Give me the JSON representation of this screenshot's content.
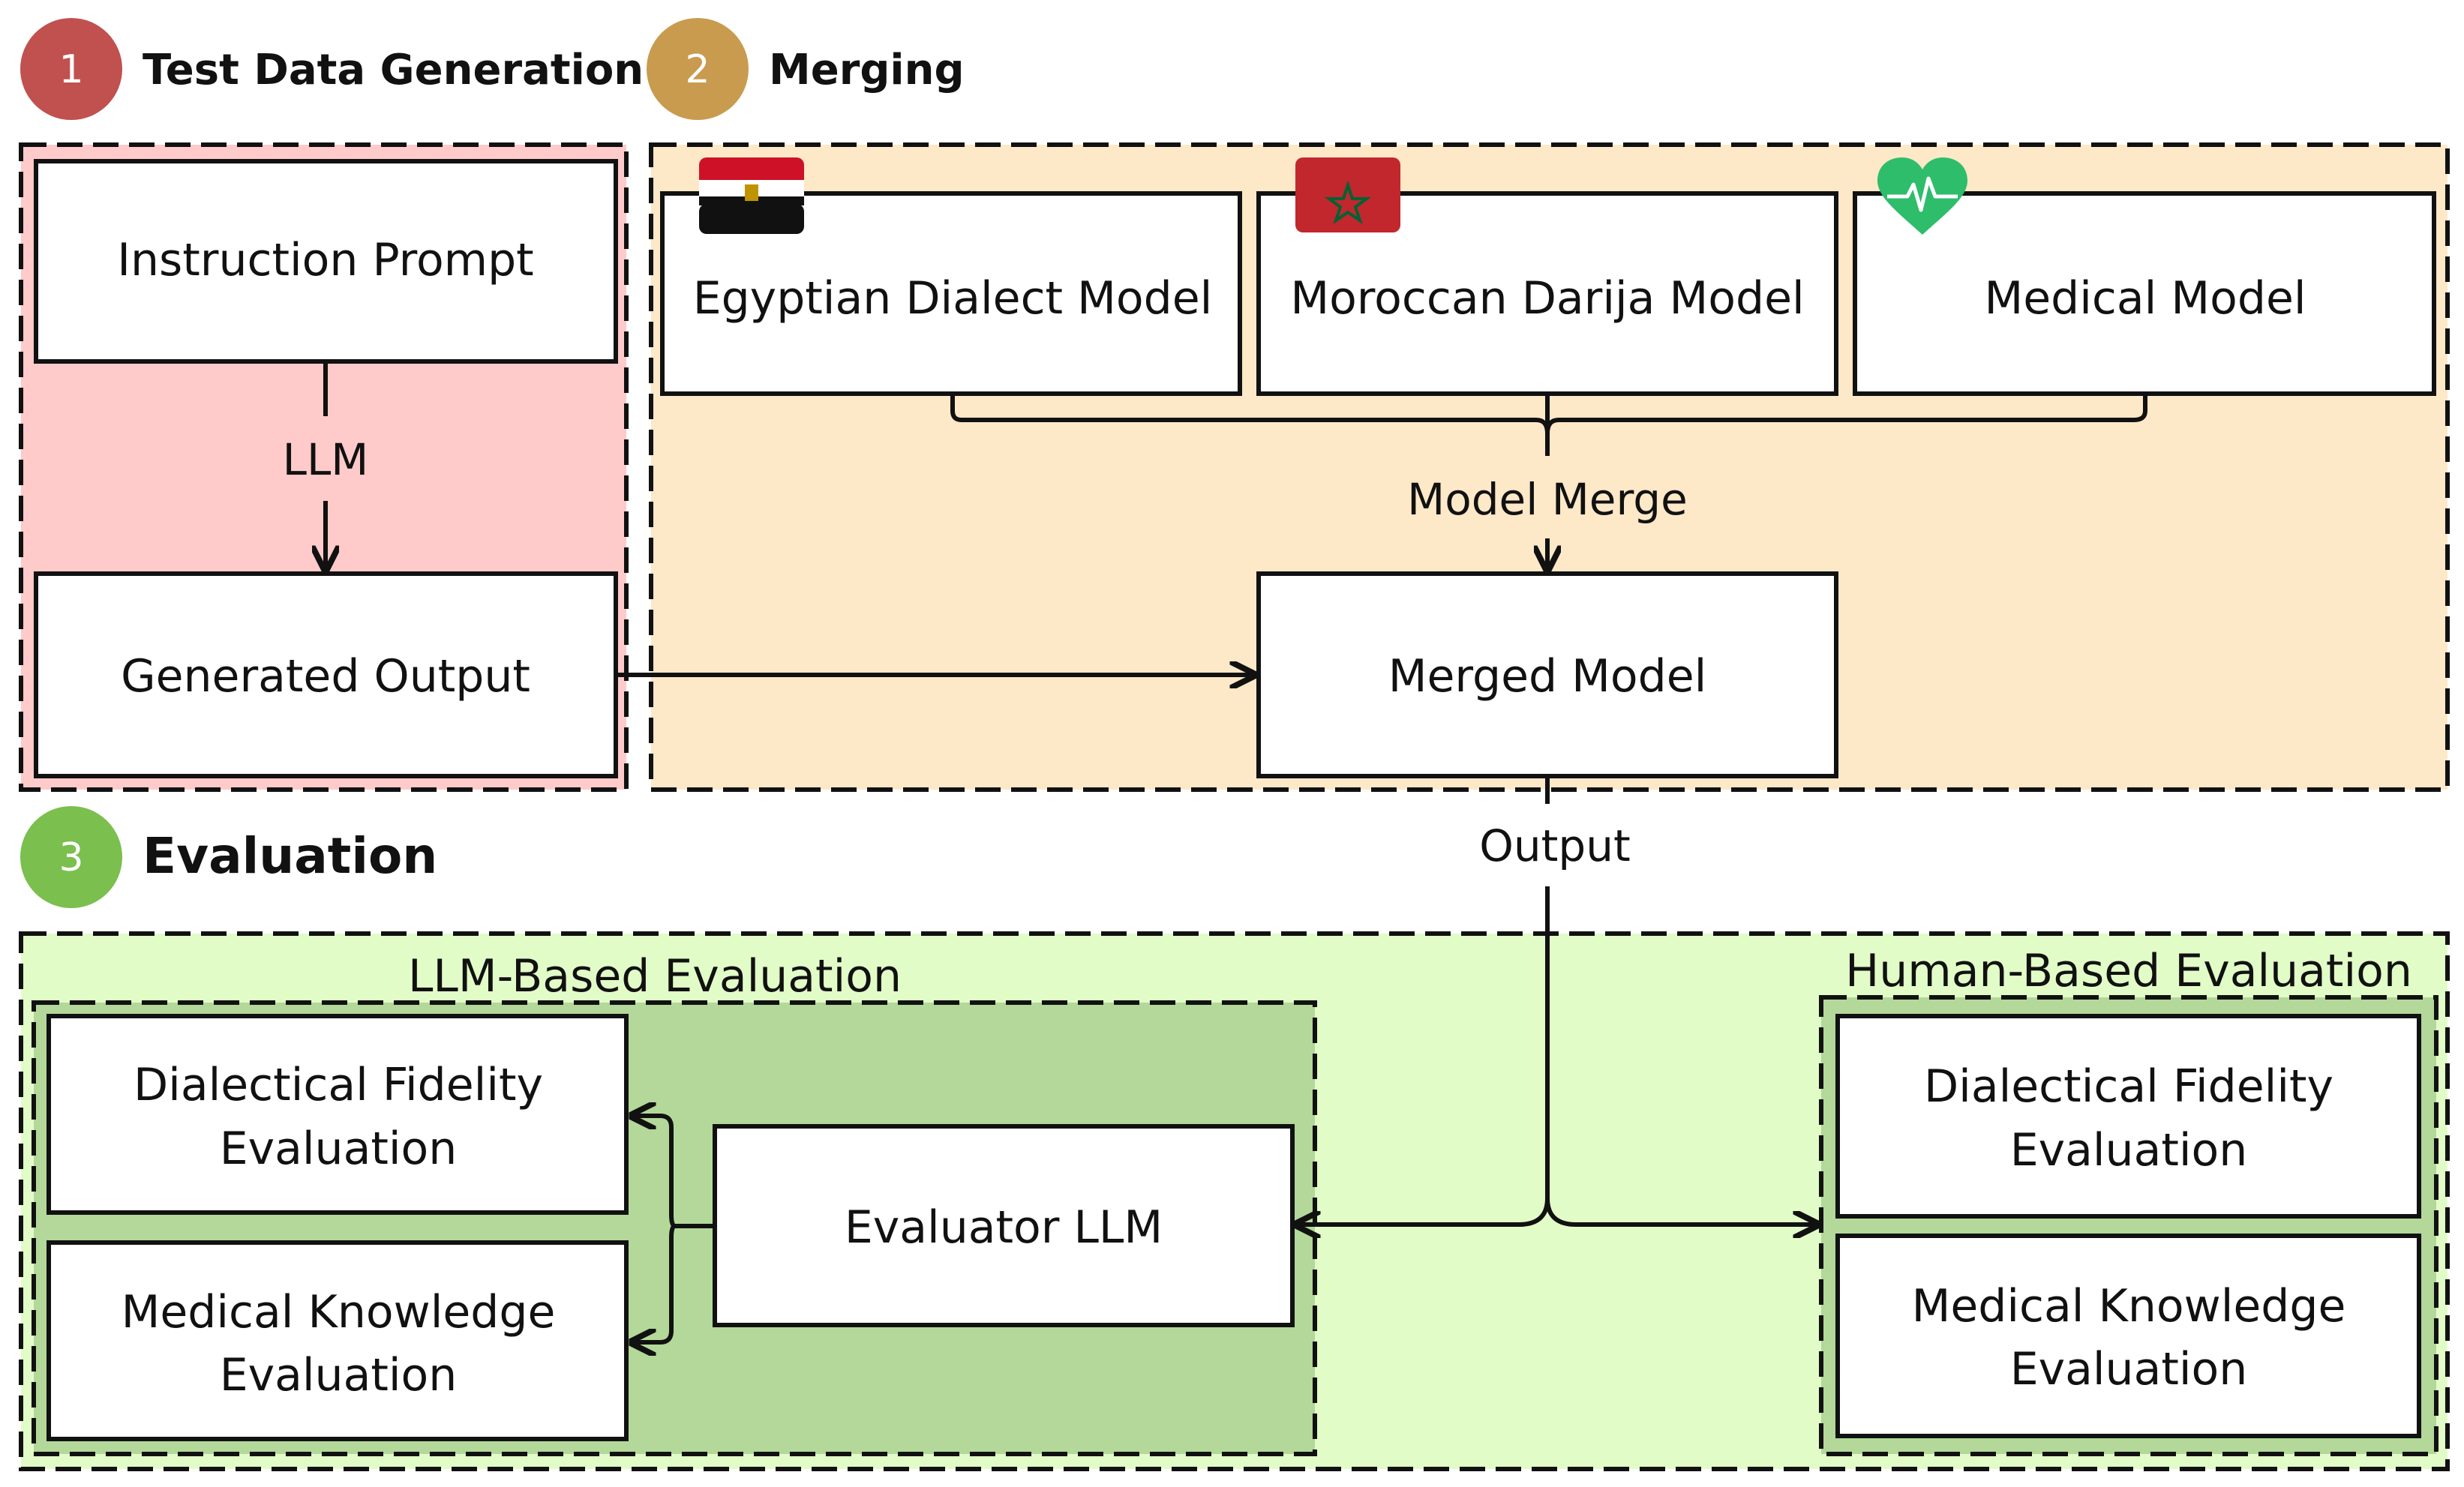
{
  "stages": [
    {
      "number": "1",
      "title": "Test Data Generation",
      "color": "#c0514f"
    },
    {
      "number": "2",
      "title": "Merging",
      "color": "#c89b4f"
    },
    {
      "number": "3",
      "title": "Evaluation",
      "color": "#7bbf4e"
    }
  ],
  "stage1": {
    "instruction_prompt": "Instruction Prompt",
    "llm_edge": "LLM",
    "generated_output": "Generated Output",
    "panel_color": "#ffcaca"
  },
  "stage2": {
    "models": [
      {
        "label": "Egyptian Dialect Model",
        "icon": "egypt-flag-icon"
      },
      {
        "label": "Moroccan Darija Model",
        "icon": "morocco-flag-icon"
      },
      {
        "label": "Medical Model",
        "icon": "heart-pulse-icon"
      }
    ],
    "merge_edge": "Model Merge",
    "merged_model": "Merged Model",
    "panel_color": "#fde8c8"
  },
  "stage3": {
    "output_edge": "Output",
    "panel_color": "#e2fcc8",
    "llm_based": {
      "title": "LLM-Based Evaluation",
      "evaluator": "Evaluator LLM",
      "dialectal_line1": "Dialectical Fidelity",
      "dialectal_line2": "Evaluation",
      "medical_line1": "Medical Knowledge",
      "medical_line2": "Evaluation",
      "panel_color": "#b3d89a"
    },
    "human_based": {
      "title": "Human-Based Evaluation",
      "dialectal_line1": "Dialectical Fidelity",
      "dialectal_line2": "Evaluation",
      "medical_line1": "Medical Knowledge",
      "medical_line2": "Evaluation",
      "panel_color": "#b3d89a"
    }
  }
}
